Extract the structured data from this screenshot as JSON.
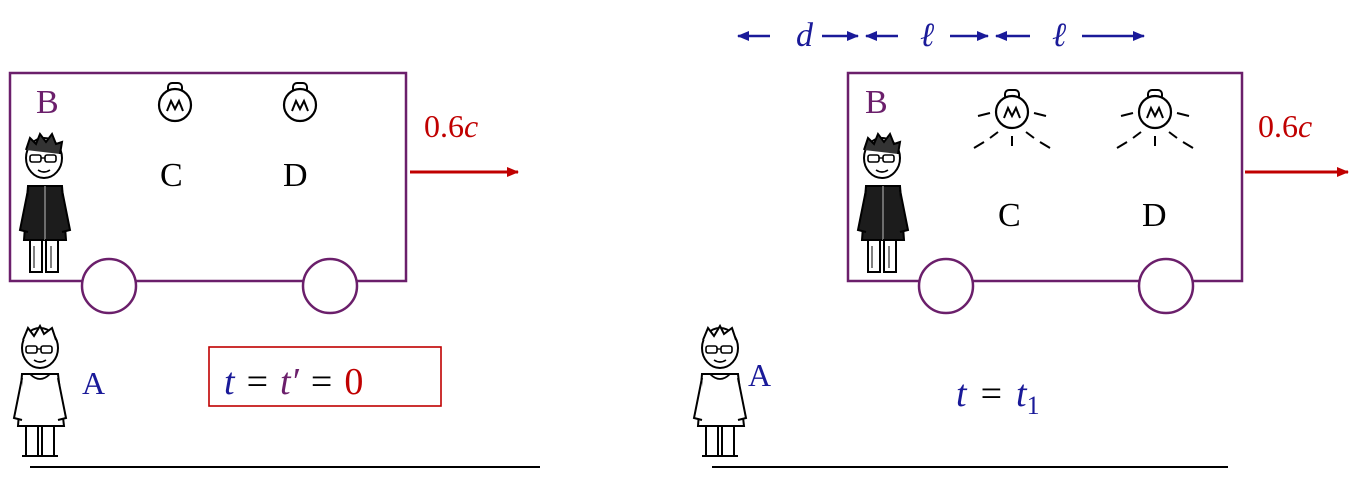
{
  "left_scene": {
    "label_B": "B",
    "label_C": "C",
    "label_D": "D",
    "label_A": "A",
    "speed_num": "0.6",
    "speed_unit": "c",
    "time_t": "t",
    "time_eq1": "=",
    "time_tprime": "t′",
    "time_eq2": "=",
    "time_zero": "0"
  },
  "right_scene": {
    "label_B": "B",
    "label_C": "C",
    "label_D": "D",
    "label_A": "A",
    "speed_num": "0.6",
    "speed_unit": "c",
    "dim_d": "d",
    "dim_l1": "ℓ",
    "dim_l2": "ℓ",
    "time_t": "t",
    "time_eq": "=",
    "time_t1": "t",
    "time_t1_sub": "1"
  },
  "colors": {
    "car_outline": "#6b1f6b",
    "velocity_arrow": "#c00000",
    "observer_label": "#1a1a99",
    "frame_label": "#6b1f6b",
    "zero_value": "#c00000"
  }
}
